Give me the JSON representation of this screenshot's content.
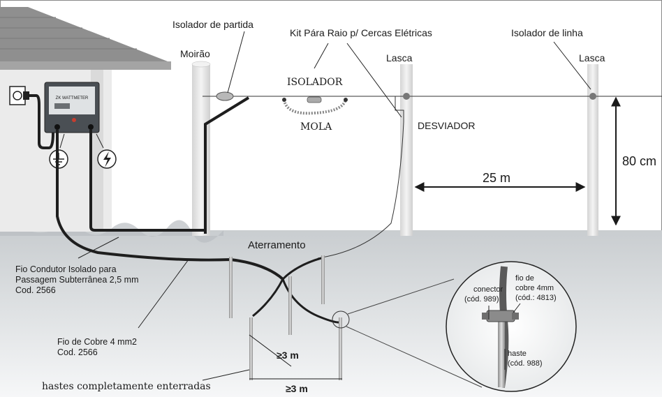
{
  "labels": {
    "isolador_partida": "Isolador de partida",
    "kit_para_raio": "Kit Pára Raio p/ Cercas Elétricas",
    "isolador_linha": "Isolador de linha",
    "moirao": "Moirão",
    "lasca_1": "Lasca",
    "lasca_2": "Lasca",
    "isolador": "ISOLADOR",
    "mola": "MOLA",
    "desviador": "DESVIADOR",
    "distance_25m": "25 m",
    "height_80cm": "80 cm",
    "aterramento": "Aterramento",
    "fio_condutor": [
      "Fio Condutor Isolado para",
      "Passagem Subterrânea 2,5 mm",
      "Cod. 2566"
    ],
    "fio_cobre": [
      "Fio de Cobre 4 mm2",
      "Cod. 2566"
    ],
    "spacing_a": "≥3 m",
    "spacing_b": "≥3 m",
    "hastes": "hastes completamente enterradas",
    "conector": [
      "conector",
      "(cód. 989)"
    ],
    "fio_de_cobre_detail": [
      "fio de",
      "cobre 4mm",
      "(cód.: 4813)"
    ],
    "haste": [
      "haste",
      "(cód. 988)"
    ],
    "energizer_brand": "ZK WATTMETER"
  },
  "colors": {
    "sky": "#ffffff",
    "ground_top": "#cfd3d6",
    "ground_bottom": "#f4f5f6",
    "wall": "#e9e9e9",
    "roof": "#8e8e8e",
    "post": "#e6e6e6",
    "cable": "#222222"
  },
  "icons": {
    "ground_symbol": "ground-icon",
    "lightning_symbol": "lightning-icon",
    "outlet": "power-outlet-icon"
  }
}
